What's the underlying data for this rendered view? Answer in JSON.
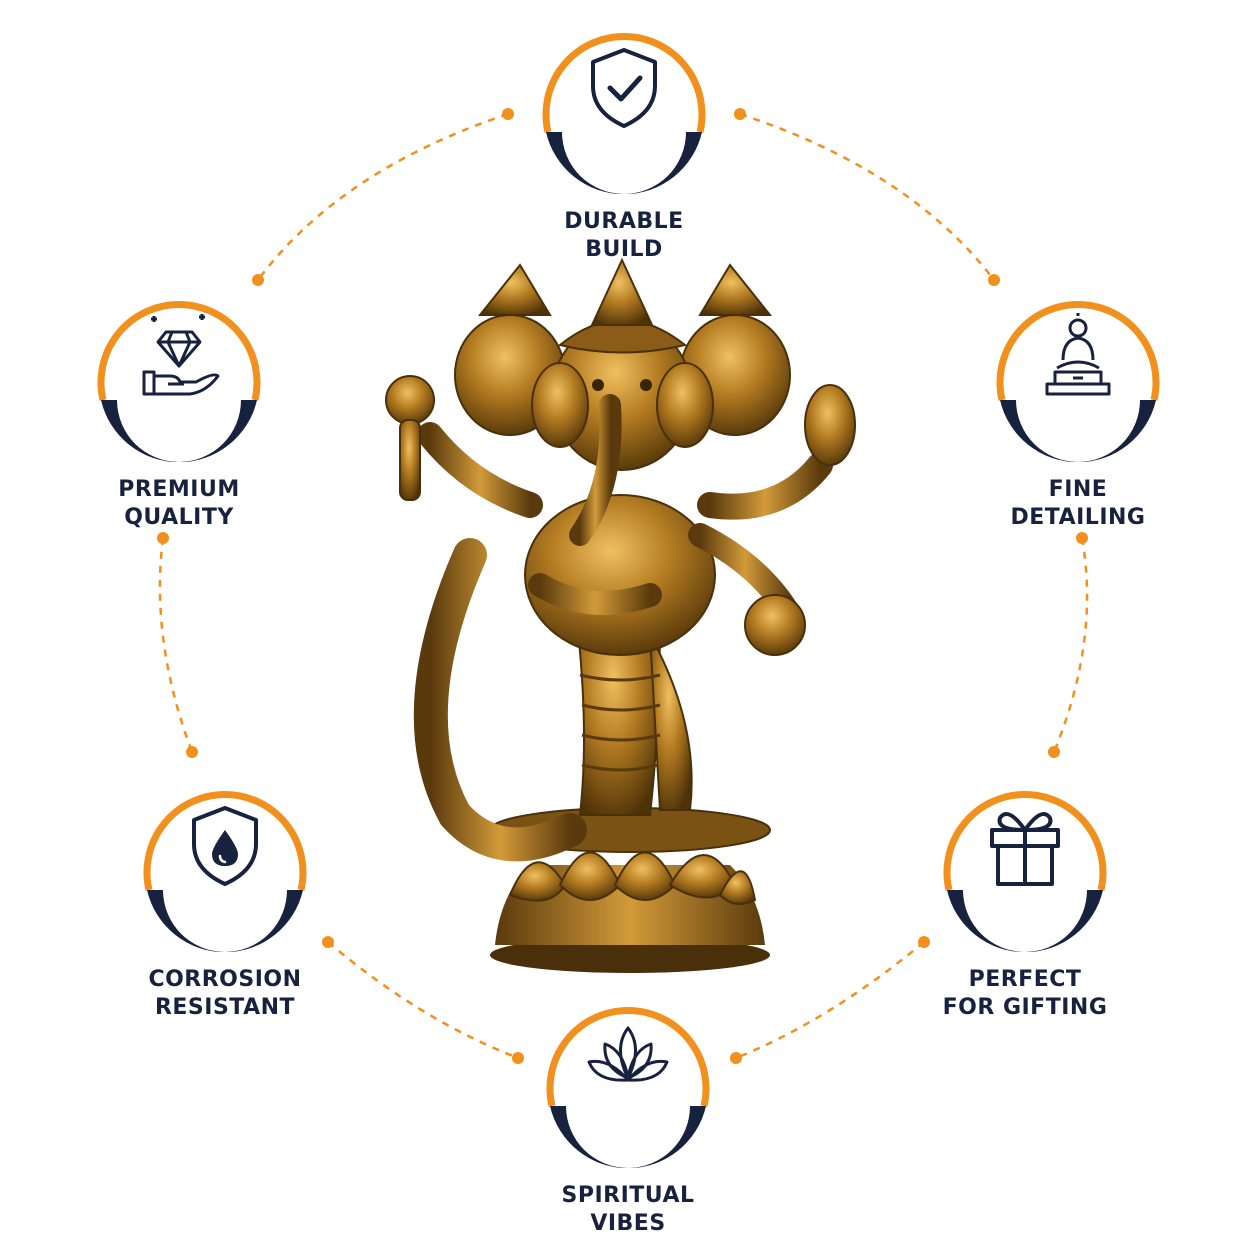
{
  "colors": {
    "accent": "#f2901e",
    "navy": "#17223f",
    "bronze": "#b07a1e",
    "bronze_dark": "#5a3a0c",
    "bronze_light": "#e0b050"
  },
  "features": [
    {
      "id": "durable",
      "icon": "shield-check-icon",
      "line1": "DURABLE",
      "line2": "BUILD"
    },
    {
      "id": "fine",
      "icon": "buddha-statue-icon",
      "line1": "FINE",
      "line2": "DETAILING"
    },
    {
      "id": "gift",
      "icon": "gift-box-icon",
      "line1": "PERFECT",
      "line2": "FOR GIFTING"
    },
    {
      "id": "spiritual",
      "icon": "lotus-icon",
      "line1": "SPIRITUAL",
      "line2": "VIBES"
    },
    {
      "id": "corrosion",
      "icon": "shield-droplet-icon",
      "line1": "CORROSION",
      "line2": "RESISTANT"
    },
    {
      "id": "premium",
      "icon": "diamond-hand-icon",
      "line1": "PREMIUM",
      "line2": "QUALITY"
    }
  ],
  "product": {
    "image": "ganesha-statue"
  }
}
